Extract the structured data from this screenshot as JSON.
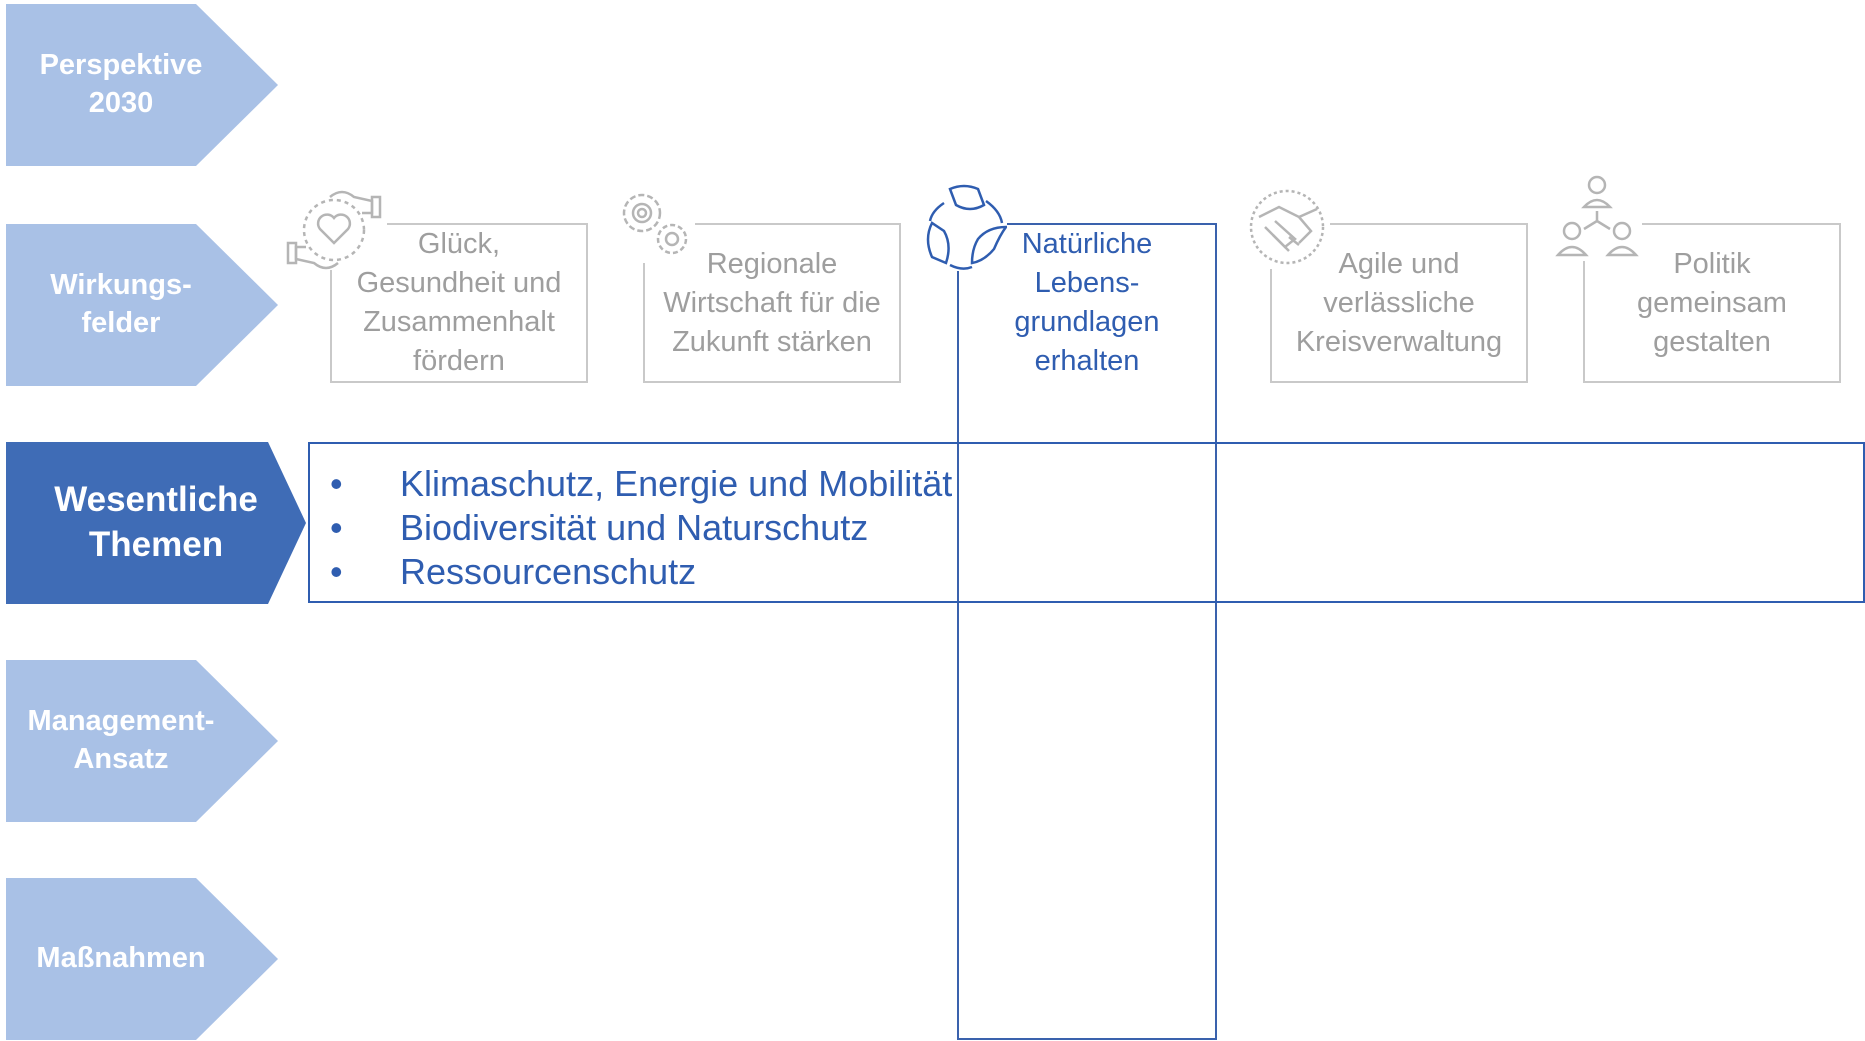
{
  "rows": [
    {
      "label": "Perspektive\n2030",
      "active": false
    },
    {
      "label": "Wirkungs-\nfelder",
      "active": false
    },
    {
      "label": "Wesentliche\nThemen",
      "active": true
    },
    {
      "label": "Management-\nAnsatz",
      "active": false
    },
    {
      "label": "Maßnahmen",
      "active": false
    }
  ],
  "fields": [
    {
      "label": "Glück,\nGesundheit und\nZusammenhalt\nfördern",
      "icon": "heart-hands-icon"
    },
    {
      "label": "Regionale\nWirtschaft für die\nZukunft stärken",
      "icon": "gears-icon"
    },
    {
      "label": "Natürliche\nLebens-\ngrundlagen\nerhalten",
      "icon": "recycle-leaf-icon",
      "highlighted": true
    },
    {
      "label": "Agile und\nverlässliche\nKreisverwaltung",
      "icon": "handshake-icon"
    },
    {
      "label": "Politik\ngemeinsam\ngestalten",
      "icon": "people-network-icon"
    }
  ],
  "themes": {
    "bullet": "•",
    "items": [
      "Klimaschutz, Energie und Mobilität",
      "Biodiversität und Naturschutz",
      "Ressourcenschutz"
    ]
  },
  "colors": {
    "chevron_light": "#a9c1e6",
    "chevron_active": "#3f6cb6",
    "highlight": "#2f5db0",
    "muted_text": "#9e9e9e",
    "muted_border": "#c9c9c9"
  }
}
